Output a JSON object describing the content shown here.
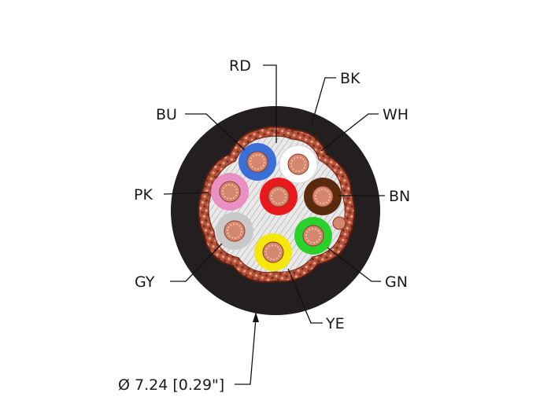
{
  "labels": {
    "rd": "RD",
    "bk": "BK",
    "wh": "WH",
    "bu": "BU",
    "pk": "PK",
    "bn": "BN",
    "gy": "GY",
    "gn": "GN",
    "ye": "YE",
    "diameter": "Ø 7.24 [0.29\"]"
  },
  "colors": {
    "jacket": "#231f20",
    "shield": "#b5533a",
    "blue": "#3a6fd8",
    "white": "#ffffff",
    "pink": "#e98fc1",
    "red": "#e8191c",
    "brown": "#5a2a0e",
    "gray": "#c9c9c9",
    "yellow": "#f5e60b",
    "green": "#2bd12b",
    "copper": "#d4876e"
  }
}
